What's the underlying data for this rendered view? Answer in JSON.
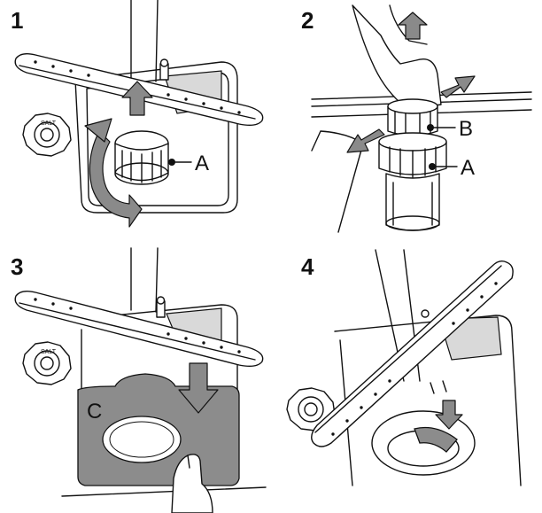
{
  "steps": [
    {
      "number": "1",
      "callouts": [
        "A"
      ]
    },
    {
      "number": "2",
      "callouts": [
        "B",
        "A"
      ]
    },
    {
      "number": "3",
      "callouts": [
        "C"
      ]
    },
    {
      "number": "4",
      "callouts": []
    }
  ],
  "salt_cap_text": "SALT",
  "colors": {
    "line": "#111111",
    "arrow_fill": "#8a8a8a",
    "filter_plate": "#8c8c8c",
    "shade": "#d9d9d9"
  }
}
